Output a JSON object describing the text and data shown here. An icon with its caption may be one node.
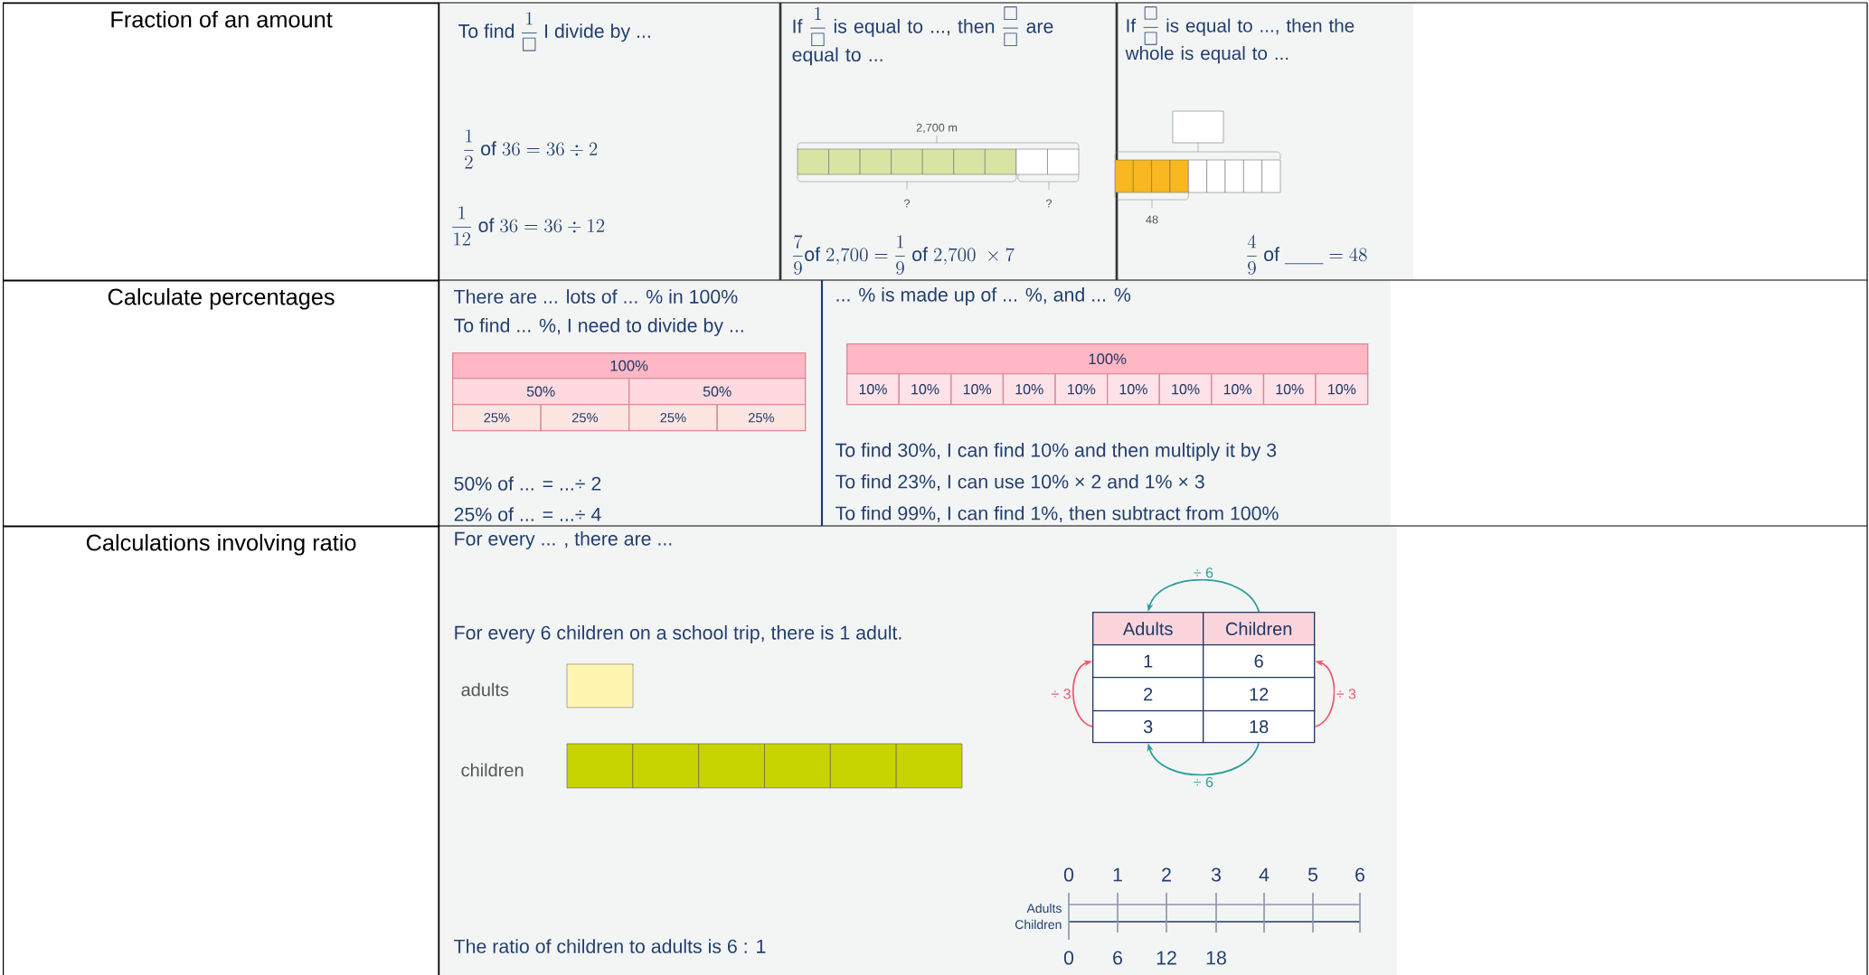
{
  "diagram": {
    "nodes": [
      {
        "text": [
          "Fraction of an amount"
        ]
      },
      {
        "text": [
          "Calculate percentages"
        ]
      },
      {
        "text": [
          "Calculations involving ratio"
        ]
      },
      {
        "text": [
          "Adults"
        ]
      },
      {
        "text": [
          "Children"
        ]
      },
      {
        "text": [
          "1"
        ]
      },
      {
        "text": [
          "6"
        ]
      },
      {
        "text": [
          "2"
        ]
      },
      {
        "text": [
          "12"
        ]
      },
      {
        "text": [
          "3"
        ]
      },
      {
        "text": [
          "18"
        ]
      },
      {
        "text": [
          "100%"
        ]
      },
      {
        "text": [
          "50%"
        ]
      },
      {
        "text": [
          "50%"
        ]
      },
      {
        "text": [
          "25%"
        ]
      },
      {
        "text": [
          "25%"
        ]
      },
      {
        "text": [
          "25%"
        ]
      },
      {
        "text": [
          "25%"
        ]
      },
      {
        "text": [
          "100%"
        ]
      },
      {
        "text": [
          "10%"
        ]
      },
      {
        "text": [
          "10%"
        ]
      },
      {
        "text": [
          "10%"
        ]
      },
      {
        "text": [
          "10%"
        ]
      },
      {
        "text": [
          "10%"
        ]
      },
      {
        "text": [
          "10%"
        ]
      },
      {
        "text": [
          "10%"
        ]
      },
      {
        "text": [
          "10%"
        ]
      },
      {
        "text": [
          "10%"
        ]
      },
      {
        "text": [
          "10%"
        ]
      }
    ],
    "edges": [
      {
        "from": 4,
        "to": 3,
        "arrow": "to",
        "label": "÷ 6"
      },
      {
        "from": 10,
        "to": 9,
        "arrow": "to",
        "label": "÷ 6"
      },
      {
        "from": 9,
        "to": 5,
        "arrow": "to",
        "label": "÷ 3",
        "color": "#f0566e"
      },
      {
        "from": 10,
        "to": 6,
        "arrow": "to",
        "label": "÷ 3",
        "color": "#f0566e"
      }
    ],
    "labels": [
      "\\text{To find }\\dfrac{1}{\\square}\\text{ I divide by ...}",
      "\\dfrac{1}{2}\\text{ of }36=36\\div 2",
      "\\dfrac{1}{12}\\text{ of }36=36\\div 12",
      "\\text{If }\\dfrac{1}{\\square}\\text{ is equal to ..., then }\\dfrac{\\square}{\\square}\\text{ are }\\allowbreak\\text{equal to ...}",
      "\\text{If }\\dfrac{\\square}{\\square}\\text{ is equal to ..., then the }\\allowbreak\\text{whole is equal to ...}",
      "2,700 m",
      "?",
      "?",
      "\\dfrac{7}{9}\\text{of }2{,}700=\\dfrac{1}{9}\\text{ of }2{,}700\\ \\times 7",
      "48",
      "\\dfrac{4}{9}\\text{ of }\\underline{\\hspace{2em}}=48",
      "There are ... lots of ... % in 100%",
      "To find ... %, I need to divide by ...",
      "50% of ... = ...÷ 2",
      "25% of ... = ...÷ 4",
      "... % is made up of ... %, and ... %",
      "To find 30%, I can find 10% and then multiply it by 3",
      "To find 23%, I can use 10% × 2 and 1% × 3",
      "To find 99%, I can find 1%, then subtract from 100%",
      "For every ... , there are ...",
      "For every 6 children on a school trip, there is 1 adult.",
      "adults",
      "children",
      "0",
      "1",
      "2",
      "3",
      "4",
      "5",
      "6",
      "Adults",
      "Children",
      "0",
      "6",
      "12",
      "18",
      "The ratio of children to adults is 6 : 1"
    ]
  }
}
